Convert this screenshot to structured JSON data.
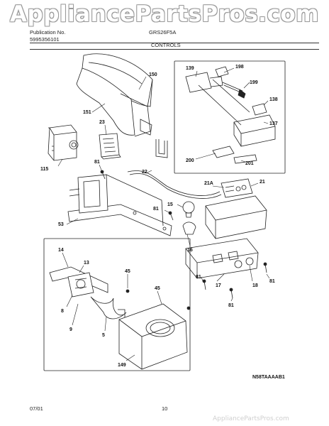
{
  "watermark": "AppliancePartsPros.com",
  "header": {
    "publication_label": "Publication No.",
    "publication_number": "5995356101",
    "model": "GRS26F5A",
    "section": "CONTROLS"
  },
  "callouts": {
    "c150": "150",
    "c151": "151",
    "c23": "23",
    "c115": "115",
    "c81a": "81",
    "c22": "22",
    "c53": "53",
    "c81b": "81",
    "c15": "15",
    "c16": "16",
    "c139": "139",
    "c198": "198",
    "c199": "199",
    "c138": "138",
    "c137": "137",
    "c200": "200",
    "c201": "201",
    "c21a": "21A",
    "c21": "21",
    "c17": "17",
    "c18": "18",
    "c81c": "81",
    "c81d": "81",
    "c81e": "81",
    "c14": "14",
    "c13": "13",
    "c8": "8",
    "c45a": "45",
    "c45b": "45",
    "c9": "9",
    "c5": "5",
    "c149": "149"
  },
  "figure_code": "N58TAAAAB1",
  "footer": {
    "date": "07/01",
    "page": "10"
  },
  "bottom_watermark": "AppliancePartsPros.com"
}
